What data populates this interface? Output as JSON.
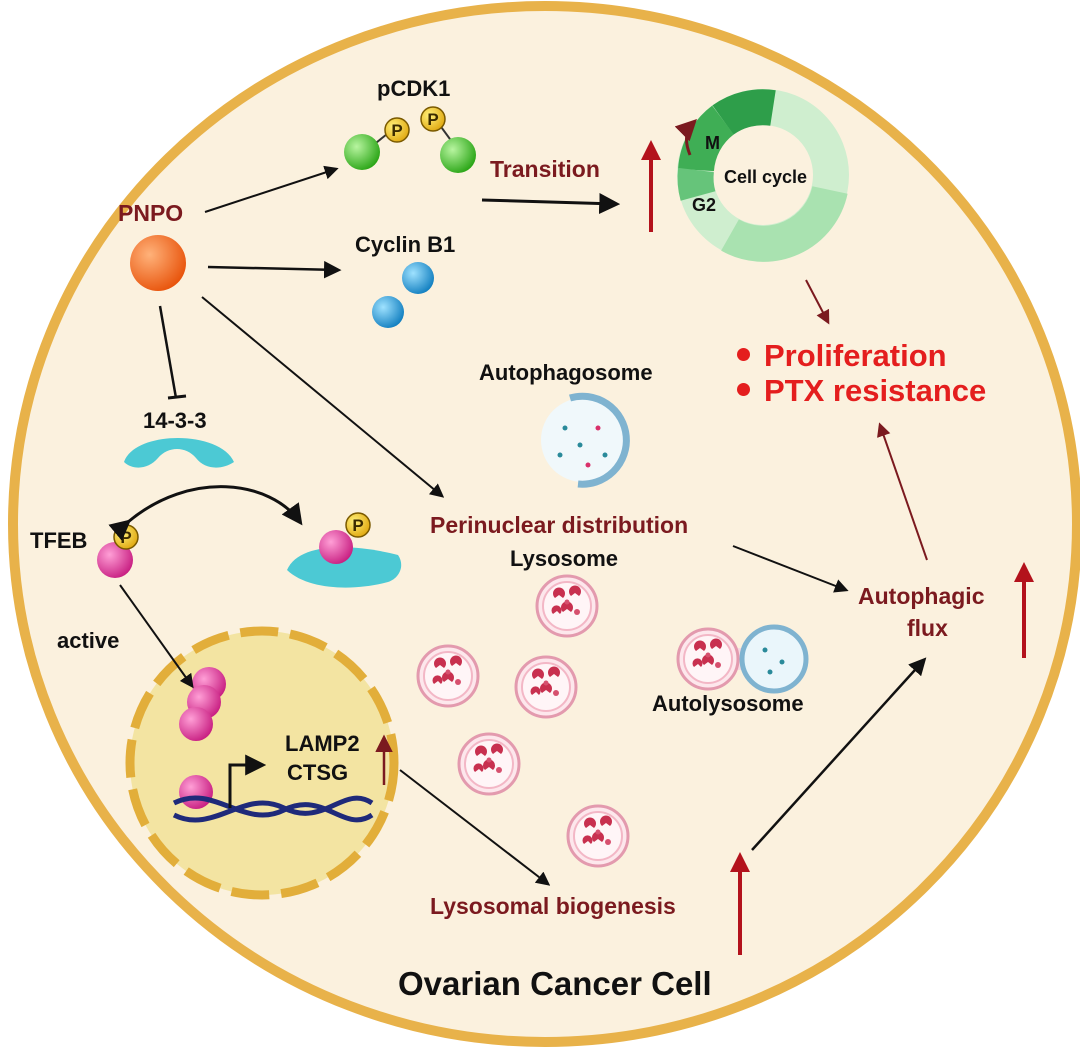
{
  "labels": {
    "pnpo": "PNPO",
    "pcdk1": "pCDK1",
    "cyclin_b1": "Cyclin B1",
    "transition": "Transition",
    "cell_cycle": "Cell cycle",
    "phase_m": "M",
    "phase_g2": "G2",
    "proliferation": "Proliferation",
    "ptx_resistance": "PTX resistance",
    "autophagosome": "Autophagosome",
    "fourteen_3_3": "14-3-3",
    "tfeb": "TFEB",
    "phospho": "P",
    "perinuclear": "Perinuclear distribution",
    "lysosome": "Lysosome",
    "autophagic_flux_1": "Autophagic",
    "autophagic_flux_2": "flux",
    "active": "active",
    "autolysosome": "Autolysosome",
    "lamp2": "LAMP2",
    "ctsg": "CTSG",
    "lysosomal_biogenesis": "Lysosomal biogenesis",
    "cell_title": "Ovarian Cancer Cell"
  },
  "colors": {
    "membrane": "#e8b24a",
    "cytoplasm": "#fbf1de",
    "nucleus": "#f3e4a2",
    "label_red": "#7b1a1f",
    "highlight_red": "#e41e1e",
    "pnpo": "#f36a1c",
    "pcdk1": "#3fc72a",
    "cyclin": "#1f97d6",
    "tfeb": "#e0369a",
    "protein_1433": "#4cc9d4",
    "lysosome": "#f0a8b8"
  }
}
